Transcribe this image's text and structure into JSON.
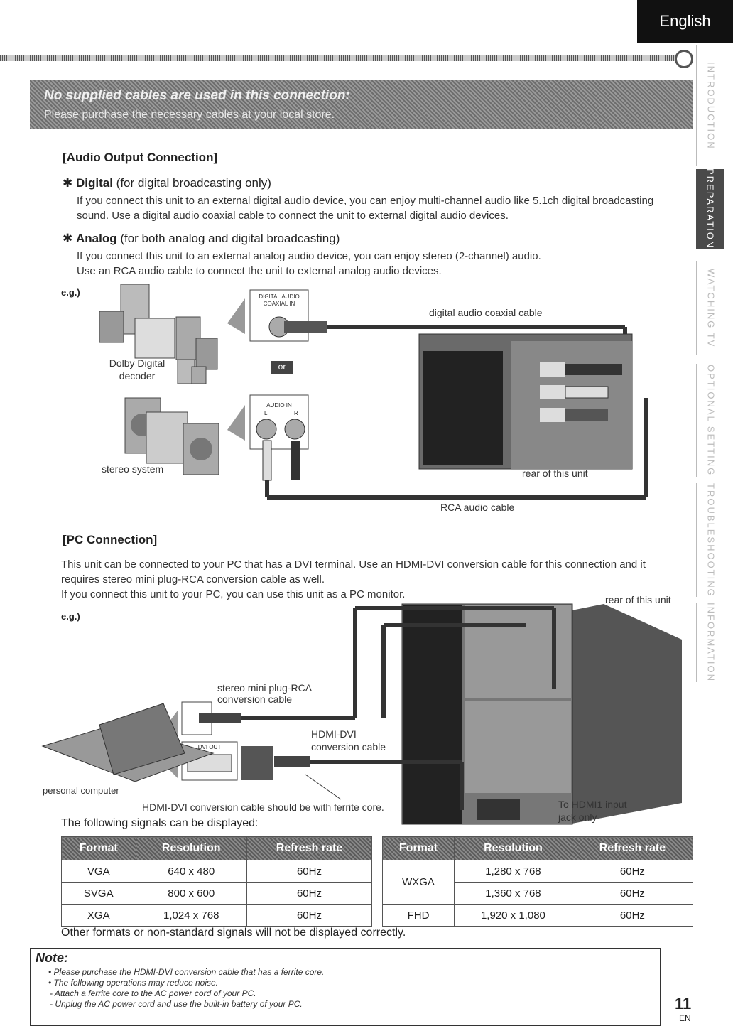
{
  "header": {
    "language_tab": "English"
  },
  "banner": {
    "title": "No supplied cables are used in this connection:",
    "subtitle": "Please purchase the necessary cables at your local store."
  },
  "side_tabs": [
    {
      "label": "INTRODUCTION",
      "active": false
    },
    {
      "label": "PREPARATION",
      "active": true
    },
    {
      "label": "WATCHING TV",
      "active": false
    },
    {
      "label": "OPTIONAL SETTING",
      "active": false
    },
    {
      "label": "TROUBLESHOOTING",
      "active": false
    },
    {
      "label": "INFORMATION",
      "active": false
    }
  ],
  "audio": {
    "heading": "[Audio Output Connection]",
    "digital": {
      "bullet": "✱",
      "title": "Digital",
      "qualifier": "(for digital broadcasting only)",
      "text": "If you connect this unit to an external digital audio device, you can enjoy multi-channel audio like 5.1ch digital broadcasting sound. Use a digital audio coaxial cable to connect the unit to external digital audio devices."
    },
    "analog": {
      "bullet": "✱",
      "title": "Analog",
      "qualifier": "(for both analog and digital broadcasting)",
      "text1": "If you connect this unit to an external analog audio device, you can enjoy stereo (2-channel) audio.",
      "text2": "Use an RCA audio cable to connect the unit to external analog audio devices."
    },
    "eg": "e.g.)",
    "diagram": {
      "dolby": "Dolby Digital decoder",
      "stereo": "stereo system",
      "coax_jack_1": "DIGITAL AUDIO",
      "coax_jack_2": "COAXIAL IN",
      "or": "or",
      "audio_in": "AUDIO IN",
      "l": "L",
      "r": "R",
      "coax_cable": "digital audio coaxial cable",
      "rear": "rear of this unit",
      "rca_cable": "RCA audio cable"
    }
  },
  "pc": {
    "heading": "[PC Connection]",
    "text1": "This unit can be connected to your PC that has a DVI terminal. Use an HDMI-DVI conversion cable for this connection and it requires stereo mini plug-RCA conversion cable as well.",
    "text2": "If you connect this unit to your PC, you can use this unit as a PC monitor.",
    "eg": "e.g.)",
    "diagram": {
      "rear": "rear of this unit",
      "mini_plug": "stereo mini plug-RCA conversion cable",
      "hdmi_dvi": "HDMI-DVI conversion cable",
      "dvi_out": "DVI OUT",
      "pc": "personal computer",
      "ferrite": "HDMI-DVI conversion cable should be with ferrite core.",
      "hdmi1": "To HDMI1 input jack only"
    },
    "signals_label": "The following signals can be displayed:",
    "table_headers": [
      "Format",
      "Resolution",
      "Refresh rate"
    ],
    "table_left": [
      [
        "VGA",
        "640 x 480",
        "60Hz"
      ],
      [
        "SVGA",
        "800 x 600",
        "60Hz"
      ],
      [
        "XGA",
        "1,024 x 768",
        "60Hz"
      ]
    ],
    "table_right": {
      "wxga": "WXGA",
      "wxga_rows": [
        [
          "1,280 x 768",
          "60Hz"
        ],
        [
          "1,360 x 768",
          "60Hz"
        ]
      ],
      "fhd": [
        "FHD",
        "1,920 x 1,080",
        "60Hz"
      ]
    },
    "other_formats": "Other formats or non-standard signals will not be displayed correctly."
  },
  "note": {
    "title": "Note:",
    "lines": [
      "• Please purchase the HDMI-DVI conversion cable that has a ferrite core.",
      "• The following operations may reduce noise.",
      "- Attach a ferrite core to the AC power cord of your PC.",
      "- Unplug the AC power cord and use the built-in battery of your PC."
    ]
  },
  "page": {
    "number": "11",
    "lang": "EN"
  }
}
